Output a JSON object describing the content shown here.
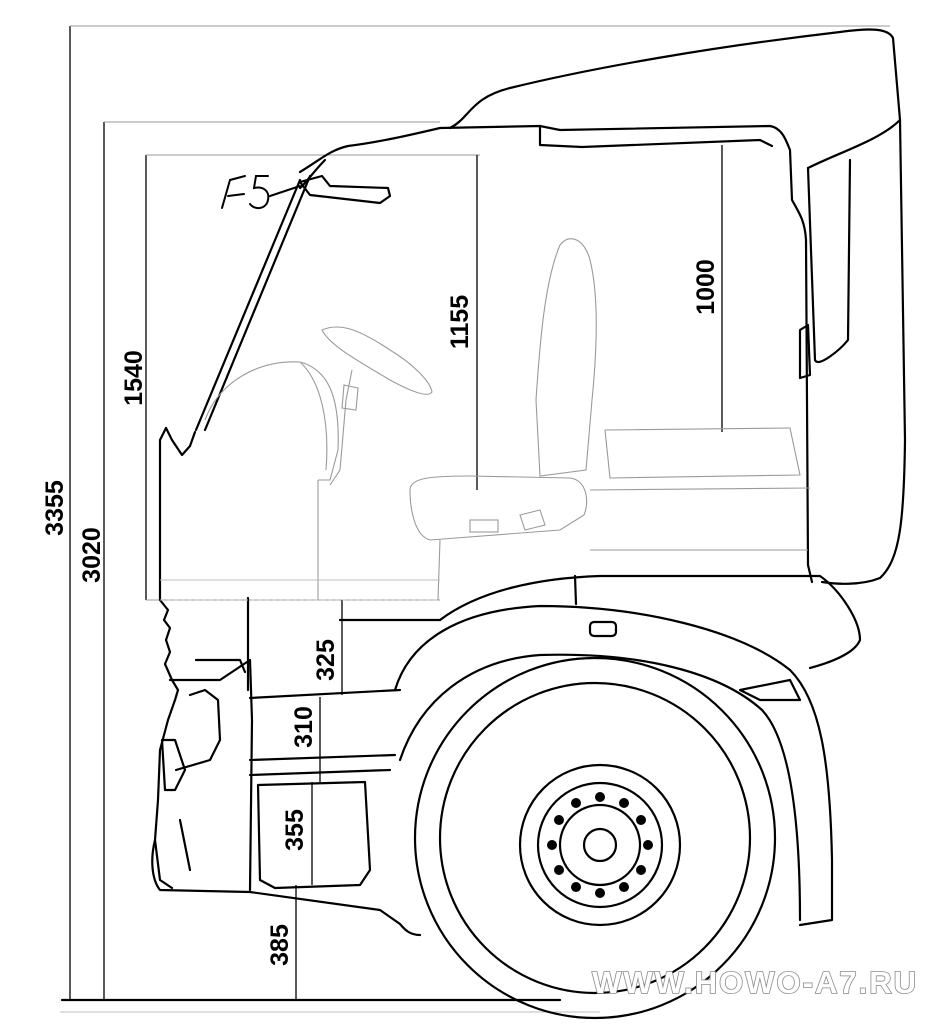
{
  "dimensions": {
    "overall_height": "3355",
    "cab_roof_height": "3020",
    "interior_height_front": "1540",
    "interior_height_seat": "1155",
    "interior_height_rear": "1000",
    "step_upper": "325",
    "step_middle": "310",
    "step_lower": "355",
    "ground_clearance_step": "385"
  },
  "handwritten_note": "F5",
  "watermark": "WWW.HOWO-A7.RU"
}
